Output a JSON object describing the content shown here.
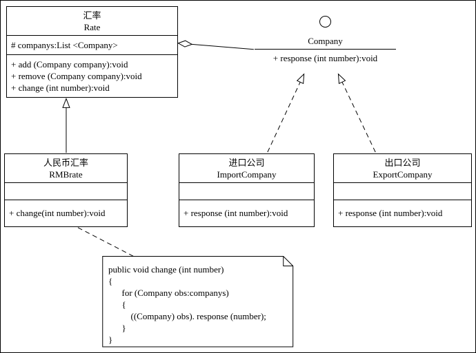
{
  "diagram": {
    "type": "uml-class-diagram"
  },
  "classes": {
    "rate": {
      "name_cn": "汇率",
      "name_en": "Rate",
      "attributes": [
        "# companys:List <Company>"
      ],
      "methods": [
        "+ add (Company company):void",
        "+ remove (Company company):void",
        "+ change (int number):void"
      ]
    },
    "rmbrate": {
      "name_cn": "人民币汇率",
      "name_en": "RMBrate",
      "attributes": [],
      "methods": [
        "+ change(int number):void"
      ]
    },
    "import_company": {
      "name_cn": "进口公司",
      "name_en": "ImportCompany",
      "attributes": [],
      "methods": [
        "+ response (int number):void"
      ]
    },
    "export_company": {
      "name_cn": "出口公司",
      "name_en": "ExportCompany",
      "attributes": [],
      "methods": [
        "+ response (int number):void"
      ]
    }
  },
  "interface": {
    "name": "Company",
    "method": "+ response (int number):void"
  },
  "note": {
    "lines": [
      "public void change (int number)",
      "{",
      "      for (Company obs:companys)",
      "      {",
      "          ((Company) obs). response (number);",
      "      }",
      "}"
    ]
  },
  "colors": {
    "line": "#000000",
    "background": "#ffffff"
  }
}
